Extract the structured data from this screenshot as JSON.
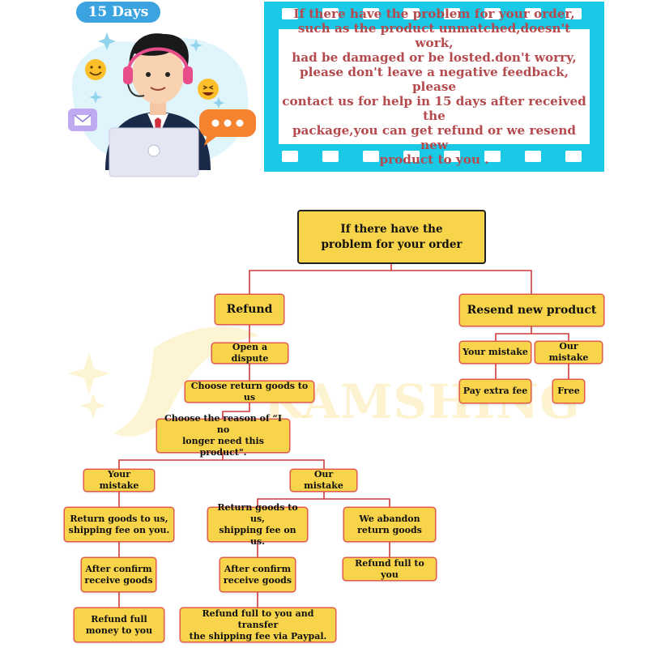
{
  "banner": {
    "days_badge": "15 Days",
    "notice": "If there have the problem for your order,\nsuch as the product unmatched,doesn't work,\nhad be damaged or be losted.don't worry,\nplease don't leave a negative feedback, please\ncontact us for help in 15 days after received the\npackage,you can get refund or we resend new\nproduct to you ."
  },
  "watermark": "KAMSHING",
  "flowchart": {
    "root": "If there have the\nproblem for your order",
    "refund": {
      "label": "Refund",
      "open_dispute": "Open a dispute",
      "choose_return": "Choose return goods to us",
      "choose_reason": "Choose the reason of “I no\nlonger need this product\".",
      "your_mistake": {
        "label": "Your mistake",
        "return_goods": "Return goods to us,\nshipping fee on you.",
        "after_confirm": "After confirm\nreceive goods",
        "refund": "Refund full\nmoney to you"
      },
      "our_mistake": {
        "label": "Our mistake",
        "return_goods": "Return goods to us,\nshipping fee on us.",
        "after_confirm": "After confirm\nreceive goods",
        "refund": "Refund full to you and transfer\nthe shipping fee via Paypal.",
        "abandon": "We abandon\nreturn goods",
        "abandon_refund": "Refund full to you"
      }
    },
    "resend": {
      "label": "Resend new product",
      "your_mistake": "Your mistake",
      "our_mistake": "Our mistake",
      "pay_extra": "Pay extra fee",
      "free": "Free"
    }
  },
  "colors": {
    "node_fill": "#f8d44a",
    "node_border": "#e25a4c",
    "connector": "#cf3c3c",
    "notice_text": "#b54a4e",
    "film": "#19c9e6"
  }
}
